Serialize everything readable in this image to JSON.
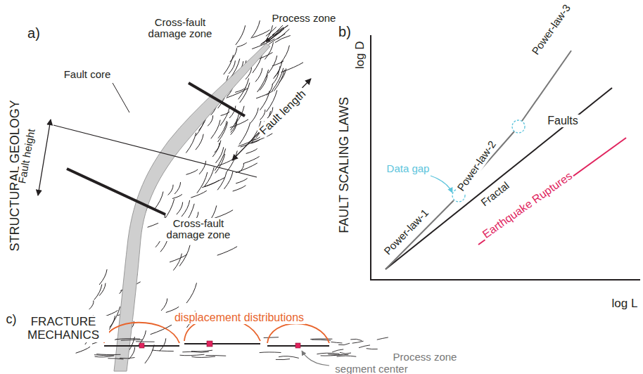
{
  "diagram": {
    "labels": [
      "a)",
      "STRUCTURAL GEOLOGY",
      "Process zone",
      "Cross-fault damage zone",
      "Fault core",
      "Fault length",
      "Fault height",
      "Cross-fault damage zone",
      "b)",
      "FAULT SCALING LAWS",
      "log D",
      "log L",
      "Power-law-1",
      "Power-law-2",
      "Power-law-3",
      "Data gap",
      "Faults",
      "Fractal",
      "Earthquake Ruptures",
      "c)",
      "FRACTURE MECHANICS",
      "displacement distributions",
      "Process zone",
      "segment center"
    ]
  }
}
